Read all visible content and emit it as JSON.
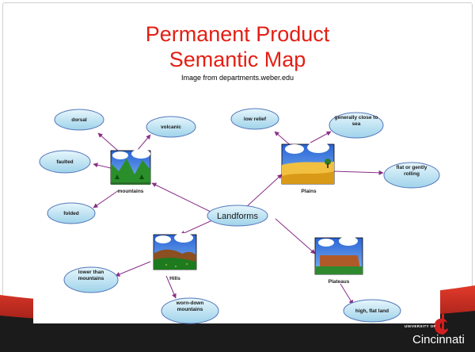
{
  "slide": {
    "title_line1": "Permanent Product",
    "title_line2": "Semantic Map",
    "image_credit": "Image from departments.weber.edu"
  },
  "colors": {
    "title": "#e41e13",
    "node_fill": "#bfe6f5",
    "node_stroke": "#5577bb",
    "arrow": "#8a2e88",
    "footer_dark": "#1b1b1b",
    "footer_red": "#b81a1a"
  },
  "map": {
    "center": "Landforms",
    "landforms": [
      {
        "id": "mountains",
        "label": "mountains",
        "details": [
          "dorsal",
          "volcanic",
          "faulted",
          "folded"
        ]
      },
      {
        "id": "plains",
        "label": "Plains",
        "details": [
          "low relief",
          "generally close to sea",
          "flat or gently rolling"
        ]
      },
      {
        "id": "hills",
        "label": "Hills",
        "details": [
          "lower than mountains",
          "worn-down mountains"
        ]
      },
      {
        "id": "plateaus",
        "label": "Plateaus",
        "details": [
          "high, flat land"
        ]
      }
    ]
  },
  "footer": {
    "logo_small": "UNIVERSITY OF",
    "logo_name": "Cincinnati",
    "logo_icon": "uc-mark-icon"
  }
}
